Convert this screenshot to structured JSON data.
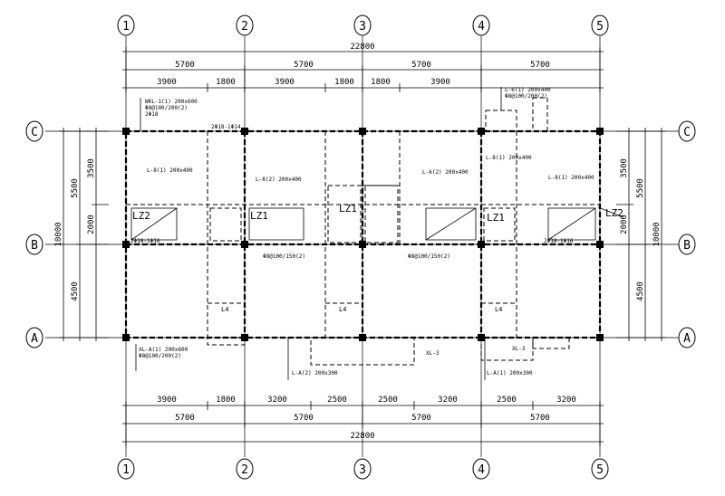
{
  "axes": {
    "vertical": [
      "1",
      "2",
      "3",
      "4",
      "5"
    ],
    "horizontal": [
      "C",
      "B",
      "A"
    ]
  },
  "dims": {
    "top_total": "22800",
    "top_bays": [
      "5700",
      "5700",
      "5700",
      "5700"
    ],
    "top_sub": [
      "3900",
      "1800",
      "3900",
      "1800",
      "1800",
      "3900"
    ],
    "bottom_total": "22800",
    "bottom_bays": [
      "5700",
      "5700",
      "5700",
      "5700"
    ],
    "bottom_sub": [
      "3900",
      "1800",
      "3200",
      "2500",
      "2500",
      "3200",
      "2500",
      "3200"
    ],
    "left_outer": [
      "5500",
      "4500"
    ],
    "left_inner": [
      "3500",
      "2000"
    ],
    "left_total": "10000",
    "right_outer": [
      "5500",
      "4500"
    ],
    "right_inner": [
      "3500",
      "2000"
    ],
    "right_total": "10000"
  },
  "labels": {
    "lz": [
      "LZ2",
      "LZ1",
      "LZ1",
      "LZ1",
      "LZ2"
    ],
    "beams_top": [
      "L-6(1) 200x400",
      "WKL-1(1) 200x600",
      "Φ8@100/200(2)",
      "2Φ18"
    ],
    "beams_mid": [
      "L-8(1) 200x400",
      "L-8(2) 200x400",
      "L-6(2) 200x400",
      "L-8(1) 200x400",
      "L-8(1) 200x400"
    ],
    "beams_bottom": [
      "XL-A(1) 200x600",
      "Φ8@100/200(2)",
      "XL-3",
      "L-A(2) 200x300",
      "L-A(1) 200x300",
      "XL-3"
    ],
    "misc": [
      "2Φ18-1Φ14",
      "Φ8@100/150(2)",
      "2Φ18-1Φ16",
      "L4",
      "L4",
      "L4"
    ]
  }
}
